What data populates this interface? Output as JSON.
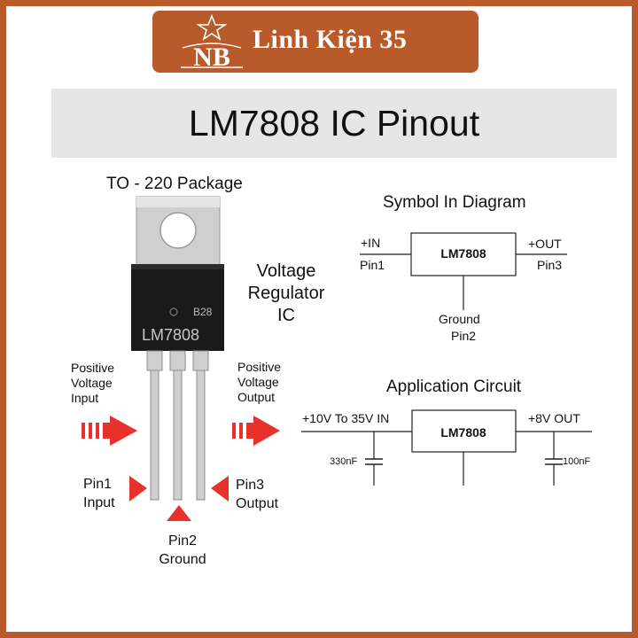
{
  "brand": {
    "logo_text": "NB",
    "name": "Linh Kiện 35"
  },
  "title": "LM7808 IC Pinout",
  "package": {
    "title": "TO - 220 Package",
    "marking_code": "B28",
    "marking_part": "LM7808",
    "side_label": "Voltage Regulator IC",
    "left_input_label": "Positive Voltage Input",
    "right_output_label": "Positive Voltage Output",
    "pin1_label": "Pin1 Input",
    "pin2_label": "Pin2 Ground",
    "pin3_label": "Pin3 Output"
  },
  "symbol": {
    "title": "Symbol In Diagram",
    "box_label": "LM7808",
    "in_label": "+IN",
    "pin1": "Pin1",
    "out_label": "+OUT",
    "pin3": "Pin3",
    "ground": "Ground",
    "pin2": "Pin2"
  },
  "application": {
    "title": "Application Circuit",
    "input": "+10V To 35V IN",
    "output": "+8V OUT",
    "box_label": "LM7808",
    "cap_in": "330nF",
    "cap_out": "100nF"
  },
  "colors": {
    "brand": "#b85a2a",
    "arrow": "#e8312a",
    "title_band": "#e6e6e6"
  }
}
